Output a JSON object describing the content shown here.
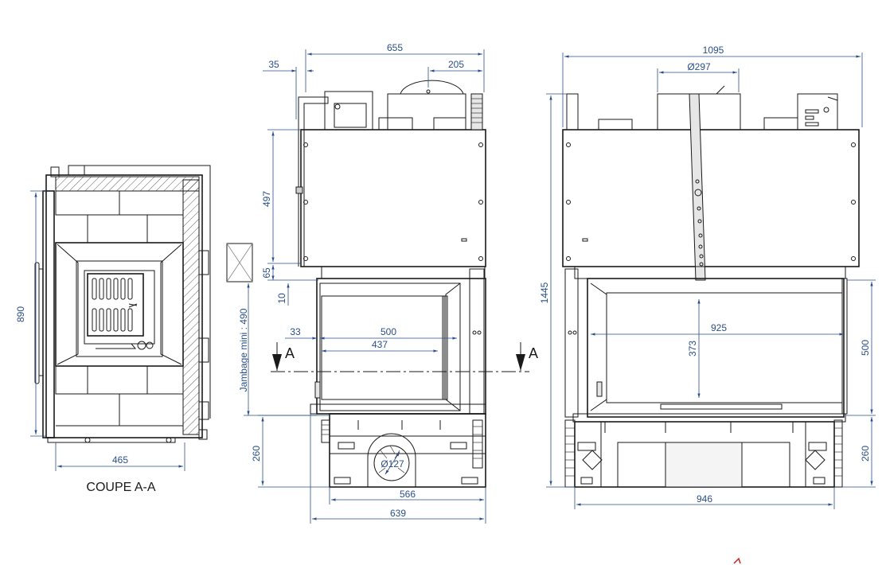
{
  "section": {
    "caption": "COUPE A-A",
    "dim_height": "890",
    "dim_width": "465"
  },
  "front": {
    "dim_total_width_top": "655",
    "dim_offset_left": "35",
    "dim_flue_offset": "205",
    "dim_hood_height": "497",
    "dim_gap_65": "65",
    "dim_gap_10": "10",
    "dim_lintel": "Jambage mini : 490",
    "dim_33": "33",
    "dim_500": "500",
    "dim_437": "437",
    "dim_base_height": "260",
    "dim_flue_diameter": "Ø127",
    "dim_566": "566",
    "dim_639": "639",
    "section_marker_left": "A",
    "section_marker_right": "A"
  },
  "side": {
    "dim_total_width": "1095",
    "dim_flue_diameter": "Ø297",
    "dim_total_height": "1445",
    "dim_925": "925",
    "dim_373": "373",
    "dim_glass_height": "500",
    "dim_base_height": "260",
    "dim_946": "946"
  }
}
